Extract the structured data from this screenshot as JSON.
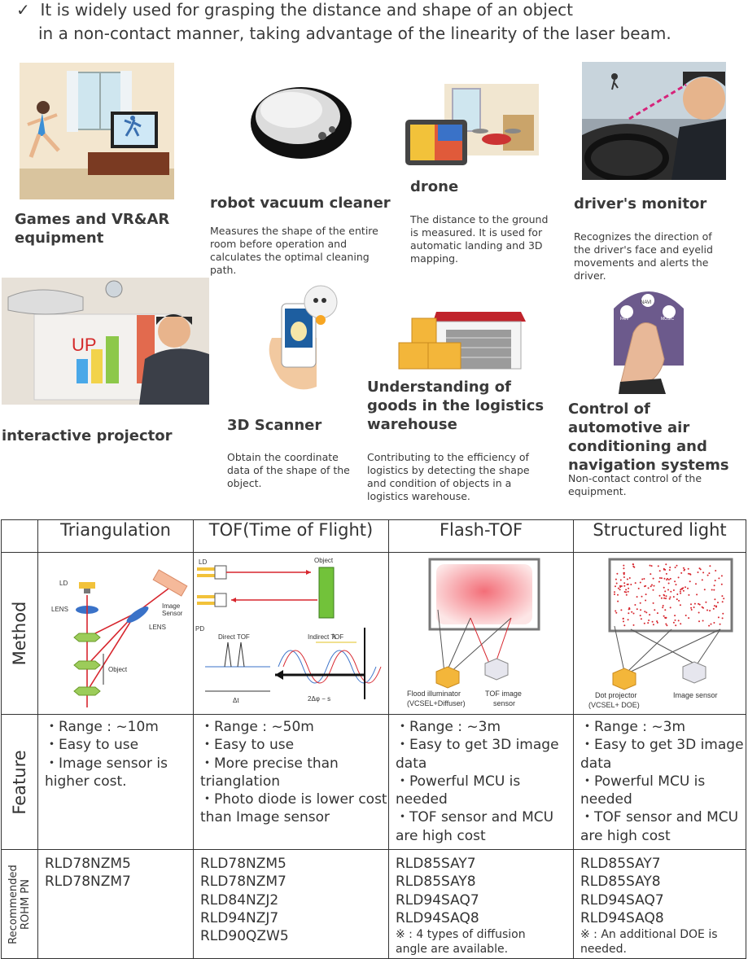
{
  "intro": {
    "check": "✓",
    "line1": "It is widely used for grasping the distance and shape of an object",
    "line2": "in a non-contact manner, taking advantage of the linearity of the laser beam."
  },
  "applications": [
    {
      "title": "Games and VR&AR equipment",
      "desc": ""
    },
    {
      "title": "robot vacuum cleaner",
      "desc": "Measures the shape of the entire room before operation and calculates the optimal cleaning path."
    },
    {
      "title": "drone",
      "desc": "The distance to the ground is measured. It is used for automatic landing and 3D mapping."
    },
    {
      "title": "driver's monitor",
      "desc": "Recognizes the direction of the driver's face and eyelid movements and alerts the driver."
    },
    {
      "title": "interactive projector",
      "desc": ""
    },
    {
      "title": "3D Scanner",
      "desc": "Obtain the coordinate data of the shape of the object."
    },
    {
      "title": "Understanding of goods in the logistics warehouse",
      "desc": "Contributing to the efficiency of logistics by detecting the shape and condition of objects in a logistics warehouse."
    },
    {
      "title": "Control of automotive air conditioning and navigation systems",
      "desc": "Non-contact control of the equipment."
    }
  ],
  "illustration_labels": {
    "projector_text": "UP",
    "nav_icon": "NAVI",
    "fan_icon": "FAN",
    "music_icon": "MUSIC"
  },
  "table": {
    "columns": [
      "Triangulation",
      "TOF(Time of Flight)",
      "Flash-TOF",
      "Structured light"
    ],
    "rows": {
      "method": "Method",
      "feature": "Feature",
      "pn_line1": "Recommended",
      "pn_line2": "ROHM PN"
    },
    "diagrams": {
      "tri": {
        "ld": "LD",
        "lens1": "LENS",
        "lens2": "LENS",
        "sensor1": "Image",
        "sensor2": "Sensor",
        "object": "Object"
      },
      "tof": {
        "ld": "LD",
        "pd": "PD",
        "object": "Object",
        "direct": "Direct TOF",
        "indirect": "Indirect TOF",
        "dt": "Δt",
        "lambda": "λ",
        "dphi": "2Δφ − s"
      },
      "flash": {
        "l1": "Flood illuminator",
        "l2": "(VCSEL+Diffuser)",
        "r1": "TOF image",
        "r2": "sensor"
      },
      "struct": {
        "l1": "Dot projector",
        "l2": "(VCSEL+ DOE)",
        "r1": "Image sensor"
      }
    },
    "features": [
      [
        "・Range : ~10m",
        "・Easy to use",
        "・Image sensor is",
        "higher cost."
      ],
      [
        "・Range : ~50m",
        "・Easy to use",
        "・More precise than",
        "trianglation",
        "・Photo diode is lower cost",
        "than Image sensor"
      ],
      [
        "・Range : ~3m",
        "・Easy to get 3D image",
        "data",
        "・Powerful MCU is",
        "needed",
        "・TOF sensor and MCU",
        "are high cost"
      ],
      [
        "・Range : ~3m",
        "・Easy to get 3D image",
        "data",
        "・Powerful MCU is",
        "needed",
        "・TOF sensor and MCU",
        "are high cost"
      ]
    ],
    "part_numbers": [
      {
        "pns": [
          "RLD78NZM5",
          "RLD78NZM7"
        ],
        "note": []
      },
      {
        "pns": [
          "RLD78NZM5",
          "RLD78NZM7",
          "RLD84NZJ2",
          "RLD94NZJ7",
          "RLD90QZW5"
        ],
        "note": []
      },
      {
        "pns": [
          "RLD85SAY7",
          "RLD85SAY8",
          "RLD94SAQ7",
          "RLD94SAQ8"
        ],
        "note": [
          "※ : 4 types of diffusion",
          "angle are available."
        ]
      },
      {
        "pns": [
          "RLD85SAY7",
          "RLD85SAY8",
          "RLD94SAQ7",
          "RLD94SAQ8"
        ],
        "note": [
          "※ : An additional DOE is",
          "needed."
        ]
      }
    ]
  },
  "colors": {
    "text": "#3a3a3a",
    "laser": "#d7262e",
    "line": "#333333"
  }
}
